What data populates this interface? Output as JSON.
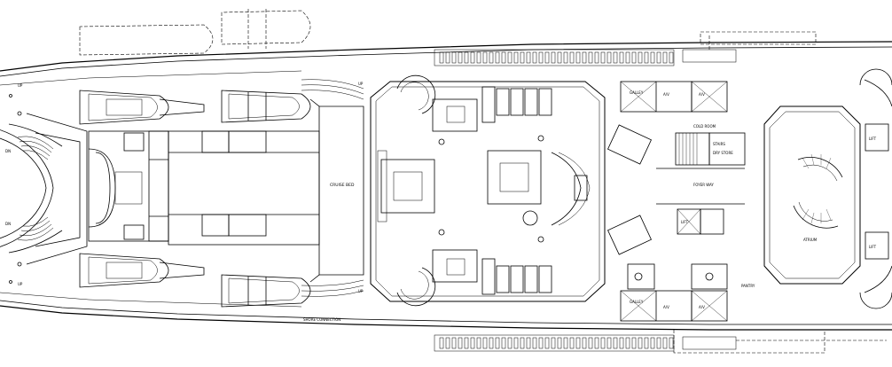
{
  "labels": {
    "cruise_bed": "CRUISE BED",
    "up_1": "UP",
    "up_2": "UP",
    "up_3": "UP",
    "up_4": "UP",
    "dn_1": "DN",
    "dn_2": "DN",
    "galley_1": "GALLEY",
    "galley_2": "GALLEY",
    "foyer_way": "FOYER WAY",
    "atrium": "ATRIUM",
    "lift_1": "LIFT",
    "lift_2": "LIFT",
    "lift_3": "LIFT",
    "stairs": "STAIRS",
    "coldroom": "COLD ROOM",
    "dry_store": "DRY STORE",
    "am_1": "A/V",
    "am_2": "A/V",
    "am_3": "A/V",
    "am_4": "A/V",
    "shore": "SHORE CONNECTION",
    "pantry": "PANTRY"
  },
  "colors": {
    "background": "#ffffff",
    "line": "#000000"
  }
}
